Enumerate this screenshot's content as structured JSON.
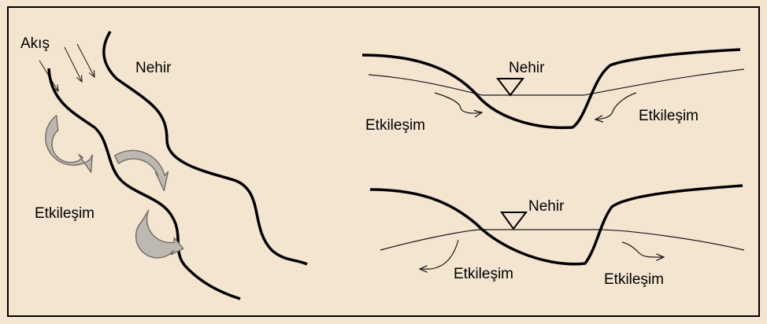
{
  "colors": {
    "background": "#f4e5d0",
    "frame": "#000000",
    "river_line": "#000000",
    "thin_line": "#1a1a1a",
    "curved_arrow_fill": "#bdb9b1",
    "curved_arrow_stroke": "#6f6b65"
  },
  "left_panel": {
    "flow_label": "Akış",
    "river_label": "Nehir",
    "interaction_label": "Etkileşim"
  },
  "right_top": {
    "river_label": "Nehir",
    "interaction_left": "Etkileşim",
    "interaction_right": "Etkileşim"
  },
  "right_bottom": {
    "river_label": "Nehir",
    "interaction_left": "Etkileşim",
    "interaction_right": "Etkileşim"
  }
}
